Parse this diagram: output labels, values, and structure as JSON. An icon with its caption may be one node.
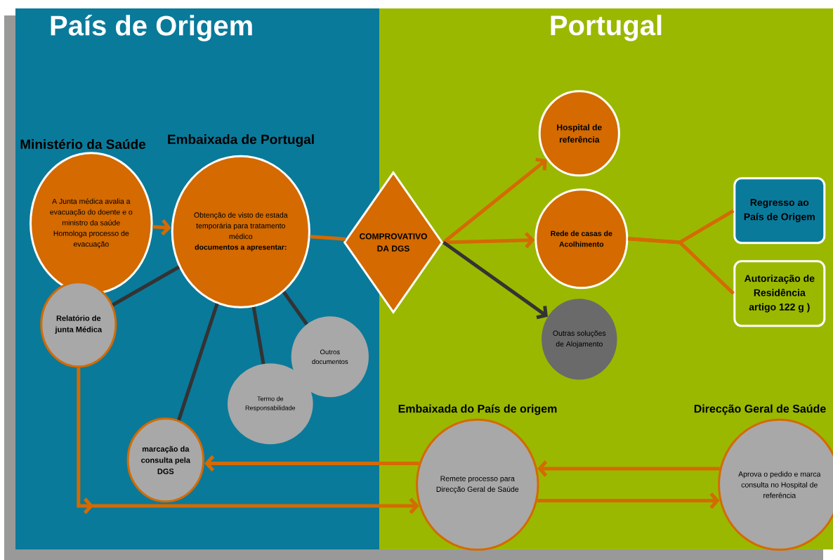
{
  "diagram": {
    "nodes": [
      {
        "text": [
          "País de Origem"
        ]
      },
      {
        "text": [
          "Portugal"
        ]
      },
      {
        "text": [
          "Ministério da Saúde",
          "A Junta médica avalia a evacuação do doente e o ministro da saúde Homologa processo de evacuação"
        ],
        "in": 0
      },
      {
        "text": [
          "Relatório de junta Médica"
        ],
        "in": 0
      },
      {
        "text": [
          "Embaixada de Portugal",
          "Obtenção de visto de estada temporária para tratamento médico",
          "documentos a apresentar:"
        ],
        "in": 0
      },
      {
        "text": [
          "marcação da consulta pela DGS"
        ],
        "in": 0
      },
      {
        "text": [
          "Termo de Responsabilidade"
        ],
        "in": 0
      },
      {
        "text": [
          "Outros documentos"
        ],
        "in": 0
      },
      {
        "text": [
          "COMPROVATIVO DA DGS"
        ]
      },
      {
        "text": [
          "Hospital de referência"
        ],
        "in": 1
      },
      {
        "text": [
          "Rede de casas de Acolhimento"
        ],
        "in": 1
      },
      {
        "text": [
          "Outras soluções de Alojamento"
        ],
        "in": 1
      },
      {
        "text": [
          "Regresso ao País de Origem"
        ],
        "in": 1
      },
      {
        "text": [
          "Autorização de Residência artigo 122 g )"
        ],
        "in": 1
      },
      {
        "text": [
          "Embaixada do País de origem",
          "Remete processo para Direcção Geral de Saúde"
        ],
        "in": 1
      },
      {
        "text": [
          "Direcção Geral de Saúde",
          "Aprova o pedido e marca consulta no Hospital de referência"
        ],
        "in": 1
      }
    ],
    "edges": [
      {
        "from": 2,
        "to": 4,
        "arrow": "to"
      },
      {
        "from": 3,
        "to": 4,
        "arrow": "none",
        "color": "#333333"
      },
      {
        "from": 4,
        "to": 5,
        "arrow": "none",
        "color": "#333333"
      },
      {
        "from": 4,
        "to": 6,
        "arrow": "none",
        "color": "#333333"
      },
      {
        "from": 4,
        "to": 7,
        "arrow": "none",
        "color": "#333333"
      },
      {
        "from": 4,
        "to": 8,
        "arrow": "none"
      },
      {
        "from": 8,
        "to": 9,
        "arrow": "to"
      },
      {
        "from": 8,
        "to": 10,
        "arrow": "to"
      },
      {
        "from": 8,
        "to": 11,
        "arrow": "to",
        "color": "#333333"
      },
      {
        "from": 10,
        "to": 12,
        "arrow": "none"
      },
      {
        "from": 10,
        "to": 13,
        "arrow": "none"
      },
      {
        "from": 3,
        "to": 14,
        "arrow": "to"
      },
      {
        "from": 14,
        "to": 5,
        "arrow": "to"
      },
      {
        "from": 15,
        "to": 14,
        "arrow": "to"
      },
      {
        "from": 14,
        "to": 15,
        "arrow": "to"
      }
    ]
  }
}
